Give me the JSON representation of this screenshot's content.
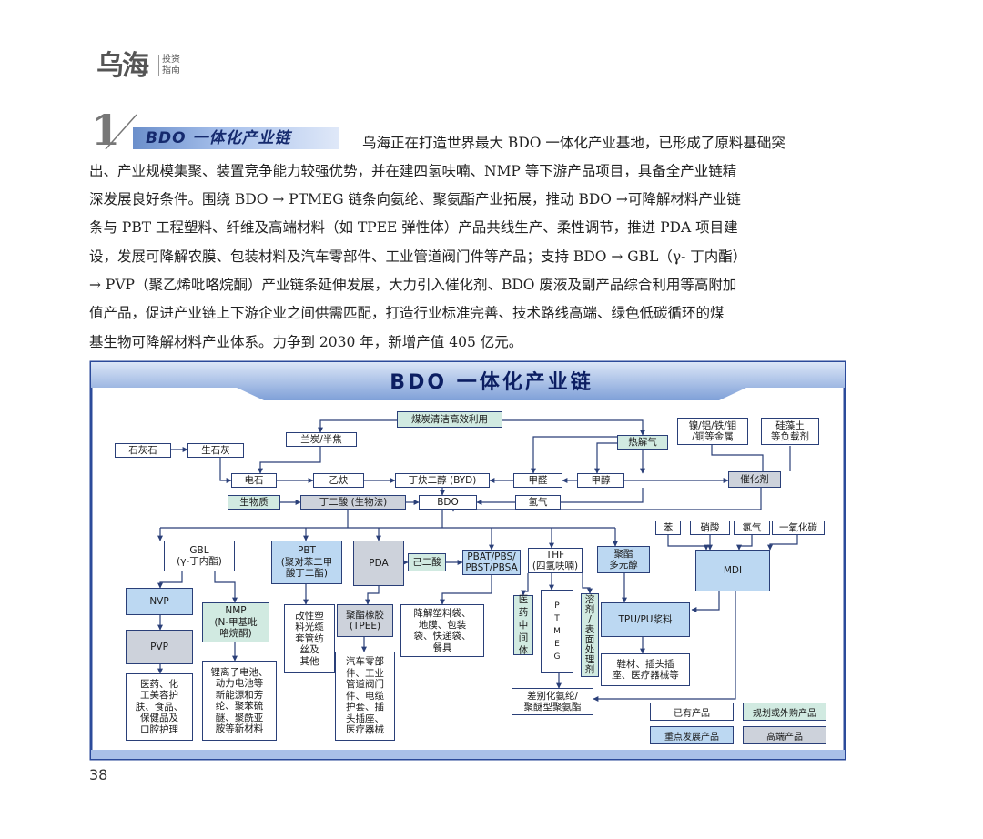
{
  "header": {
    "logo_mark": "乌海",
    "logo_sub": "投资指南"
  },
  "section": {
    "number": "1",
    "title": "BDO 一体化产业链"
  },
  "body_lines": [
    "乌海正在打造世界最大 BDO 一体化产业基地，已形成了原料基础突",
    "出、产业规模集聚、装置竞争能力较强优势，并在建四氢呋喃、NMP 等下游产品项目，具备全产业链精",
    "深发展良好条件。围绕 BDO → PTMEG 链条向氨纶、聚氨酯产业拓展，推动 BDO →可降解材料产业链",
    "条与 PBT 工程塑料、纤维及高端材料（如 TPEE 弹性体）产品共线生产、柔性调节，推进 PDA 项目建",
    "设，发展可降解农膜、包装材料及汽车零部件、工业管道阀门件等产品；支持 BDO → GBL（γ- 丁内酯）",
    "→ PVP（聚乙烯吡咯烷酮）产业链条延伸发展，大力引入催化剂、BDO 废液及副产品综合利用等高附加",
    "值产品，促进产业链上下游企业之间供需匹配，打造行业标准完善、技术路线高端、绿色低碳循环的煤",
    "基生物可降解材料产业体系。力争到 2030 年，新增产值 405 亿元。"
  ],
  "diagram": {
    "title": "BDO 一体化产业链",
    "nodes": {
      "coal": "煤炭清洁高效利用",
      "lantan": "兰炭/半焦",
      "pyro": "热解气",
      "metals": "镍/铝/铁/钼\n/铜等金属",
      "diatom": "硅藻土\n等负载剂",
      "limestone": "石灰石",
      "lime": "生石灰",
      "carbide": "电石",
      "acetylene": "乙炔",
      "byd": "丁炔二醇 (BYD)",
      "formaldehyde": "甲醛",
      "methanol": "甲醇",
      "catalyst": "催化剂",
      "biomass": "生物质",
      "succinic": "丁二酸 (生物法)",
      "bdo": "BDO",
      "hydrogen": "氢气",
      "benzene": "苯",
      "nitric": "硝酸",
      "chlorine": "氯气",
      "co": "一氧化碳",
      "gbl": "GBL\n(γ-丁内酯)",
      "pbt": "PBT\n(聚对苯二甲\n酸丁二酯)",
      "pda": "PDA",
      "glycol": "己二酸",
      "pbat": "PBAT/PBS/\nPBST/PBSA",
      "thf": "THF\n(四氢呋喃)",
      "polyester": "聚酯\n多元醇",
      "mdi": "MDI",
      "nvp": "NVP",
      "nmp": "NMP\n(N-甲基吡\n咯烷酮)",
      "modplastic": "改性塑\n料光缆\n套管纺\n丝及\n其他",
      "tpee": "聚酯橡胶\n(TPEE)",
      "degrad": "降解塑料袋、\n地膜、包装\n袋、快递袋、\n餐具",
      "pharma": "医\n药\n中\n间\n体",
      "ptmeg": "P\nT\nM\nE\nG",
      "solvent": "溶\n剂\n/\n表\n面\n处\n理\n剂",
      "tpu": "TPU/PU浆料",
      "pvp": "PVP",
      "lithium": "锂离子电池、\n动力电池等\n新能源和芳\n纶、聚苯硫\n醚、聚酰亚\n胺等新材料",
      "autoparts": "汽车零部\n件、工业\n管道阀门\n件、电缆\n护套、插\n头插座、\n医疗器械",
      "shoes": "鞋材、插头插\n座、医疗器械等",
      "medical": "医药、化\n工美容护\n肤、食品、\n保健品及\n口腔护理",
      "spandex": "差别化氨纶/\n聚醚型聚氨酯"
    },
    "legend": {
      "existing": "已有产品",
      "planned": "规划或外购产品",
      "focus": "重点发展产品",
      "high_end": "高端产品"
    },
    "colors": {
      "existing": "#ffffff",
      "planned": "#d1eae1",
      "focus": "#bcd8f2",
      "high_end": "#cdd2db",
      "frame": "#2b4a9a",
      "line": "#2a3f78"
    }
  },
  "page_number": "38"
}
